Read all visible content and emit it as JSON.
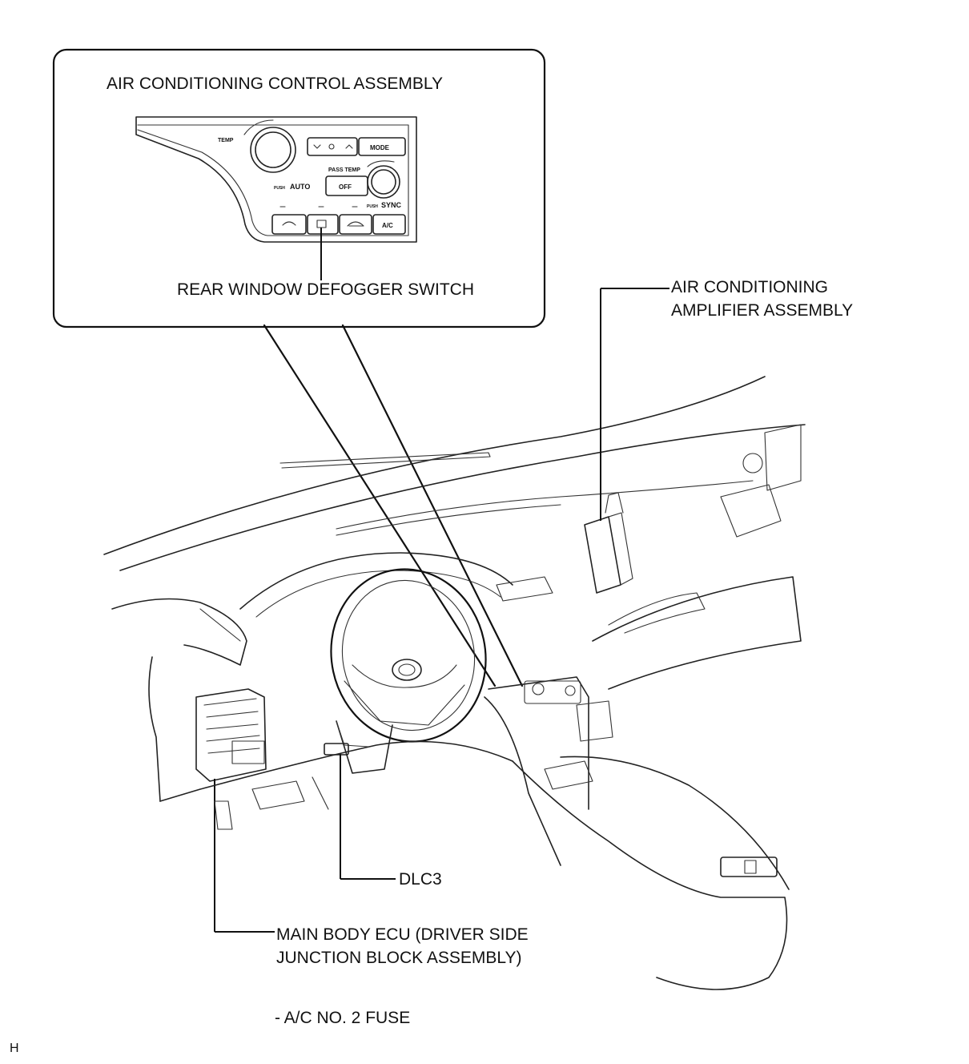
{
  "callout": {
    "title": "AIR CONDITIONING CONTROL ASSEMBLY",
    "switch_label": "REAR WINDOW DEFOGGER SWITCH"
  },
  "panel": {
    "temp": "TEMP",
    "mode": "MODE",
    "pass_temp": "PASS TEMP",
    "push_auto_small": "PUSH",
    "push_auto": "AUTO",
    "off": "OFF",
    "push_sync_small": "PUSH",
    "push_sync": "SYNC",
    "ac": "A/C"
  },
  "labels": {
    "amplifier_line1": "AIR CONDITIONING",
    "amplifier_line2": "AMPLIFIER ASSEMBLY",
    "dlc3": "DLC3",
    "ecu_line1": "MAIN BODY ECU (DRIVER SIDE",
    "ecu_line2": "JUNCTION BLOCK ASSEMBLY)",
    "fuse": "- A/C NO. 2 FUSE",
    "corner": "H"
  }
}
